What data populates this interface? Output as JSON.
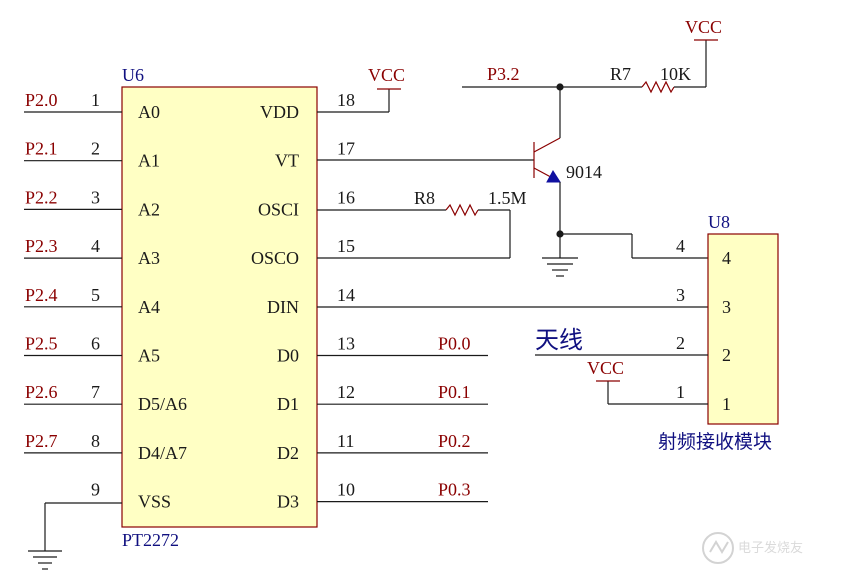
{
  "u6": {
    "ref": "U6",
    "part": "PT2272",
    "left_pins": [
      {
        "num": "1",
        "name": "A0",
        "net": "P2.0"
      },
      {
        "num": "2",
        "name": "A1",
        "net": "P2.1"
      },
      {
        "num": "3",
        "name": "A2",
        "net": "P2.2"
      },
      {
        "num": "4",
        "name": "A3",
        "net": "P2.3"
      },
      {
        "num": "5",
        "name": "A4",
        "net": "P2.4"
      },
      {
        "num": "6",
        "name": "A5",
        "net": "P2.5"
      },
      {
        "num": "7",
        "name": "D5/A6",
        "net": "P2.6"
      },
      {
        "num": "8",
        "name": "D4/A7",
        "net": "P2.7"
      },
      {
        "num": "9",
        "name": "VSS",
        "net": ""
      }
    ],
    "right_pins": [
      {
        "num": "18",
        "name": "VDD",
        "net": "VCC"
      },
      {
        "num": "17",
        "name": "VT",
        "net": ""
      },
      {
        "num": "16",
        "name": "OSCI",
        "net": ""
      },
      {
        "num": "15",
        "name": "OSCO",
        "net": ""
      },
      {
        "num": "14",
        "name": "DIN",
        "net": ""
      },
      {
        "num": "13",
        "name": "D0",
        "net": "P0.0"
      },
      {
        "num": "12",
        "name": "D1",
        "net": "P0.1"
      },
      {
        "num": "11",
        "name": "D2",
        "net": "P0.2"
      },
      {
        "num": "10",
        "name": "D3",
        "net": "P0.3"
      }
    ]
  },
  "u8": {
    "ref": "U8",
    "caption": "射频接收模块",
    "pins": [
      {
        "num": "4",
        "name": "4"
      },
      {
        "num": "3",
        "name": "3"
      },
      {
        "num": "2",
        "name": "2"
      },
      {
        "num": "1",
        "name": "1"
      }
    ]
  },
  "transistor": {
    "label": "9014",
    "base_net": "P3.2"
  },
  "r7": {
    "ref": "R7",
    "value": "10K"
  },
  "r8": {
    "ref": "R8",
    "value": "1.5M"
  },
  "vcc_label": "VCC",
  "antenna_label": "天线",
  "watermark": "电子发烧友"
}
